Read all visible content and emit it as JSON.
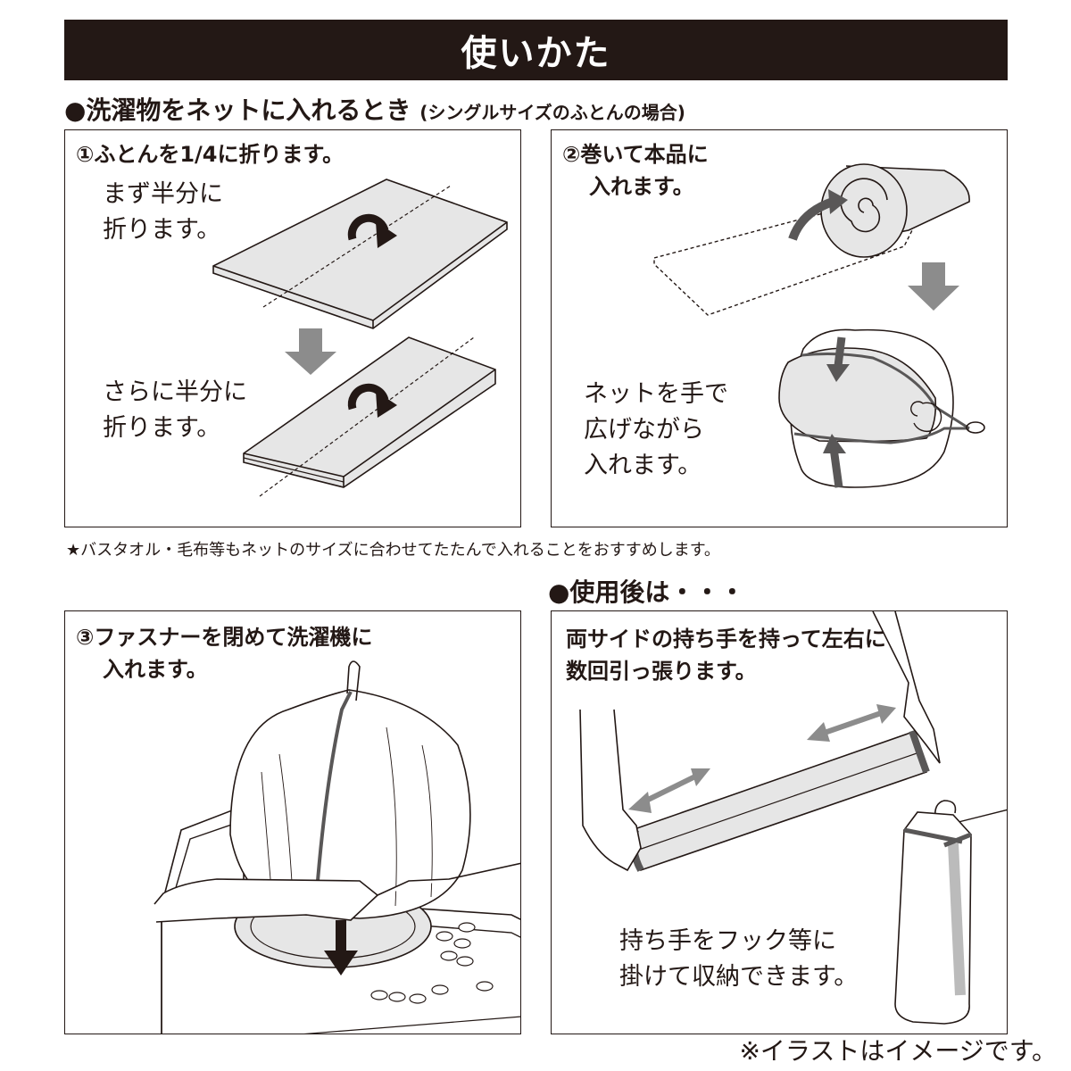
{
  "title": "使いかた",
  "section1": {
    "heading": "●洗濯物をネットに入れるとき",
    "subheading": "(シングルサイズのふとんの場合)"
  },
  "panel1": {
    "step_title": "①ふとんを1/4に折ります。",
    "text_top_1": "まず半分に",
    "text_top_2": "折ります。",
    "text_bottom_1": "さらに半分に",
    "text_bottom_2": "折ります。"
  },
  "panel2": {
    "step_title_1": "②巻いて本品に",
    "step_title_2": "入れます。",
    "text_1": "ネットを手で",
    "text_2": "広げながら",
    "text_3": "入れます。"
  },
  "note": "★バスタオル・毛布等もネットのサイズに合わせてたたんで入れることをおすすめします。",
  "section2": {
    "heading": "●使用後は・・・"
  },
  "panel3": {
    "step_title_1": "③ファスナーを閉めて洗濯機に",
    "step_title_2": "入れます。"
  },
  "panel4": {
    "step_title_1": "両サイドの持ち手を持って左右に",
    "step_title_2": "数回引っ張ります。",
    "text_1": "持ち手をフック等に",
    "text_2": "掛けて収納できます。"
  },
  "disclaimer": "※イラストはイメージです。",
  "colors": {
    "dark": "#231815",
    "arrow_gray": "#8c8c8c",
    "light_gray": "#e6e6e6"
  }
}
